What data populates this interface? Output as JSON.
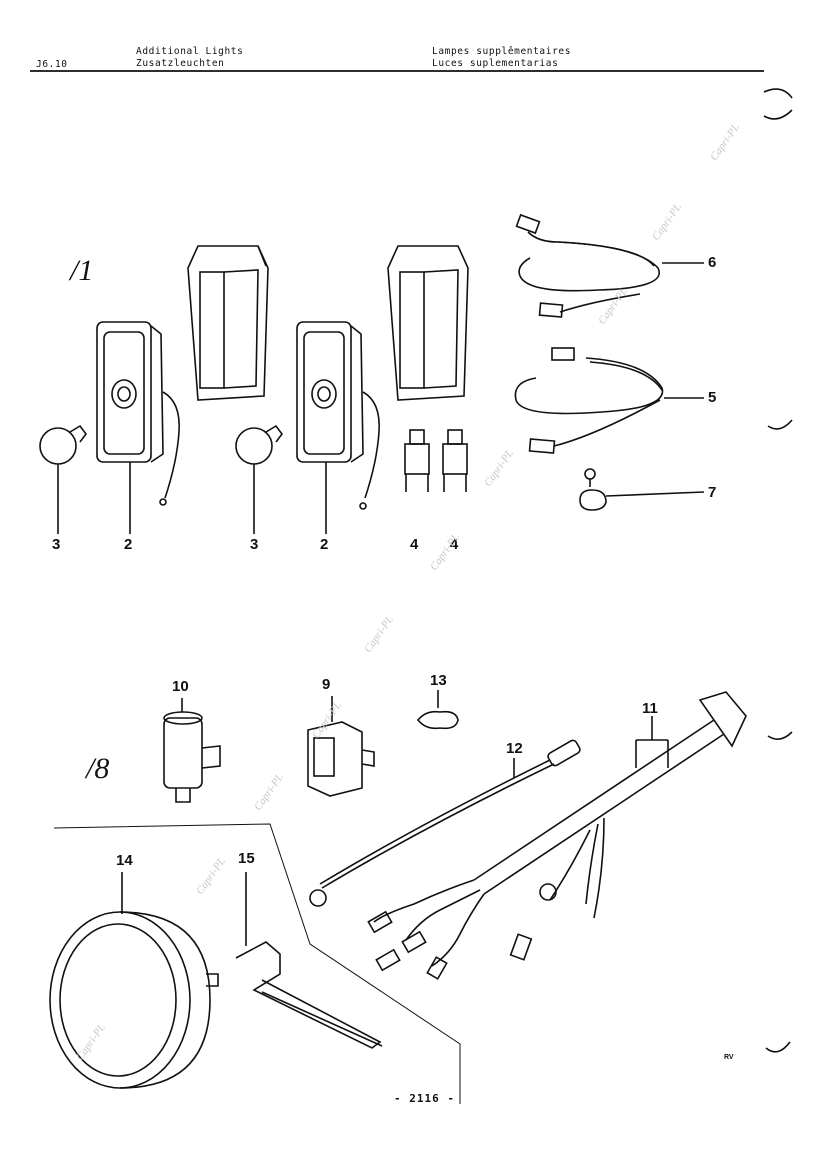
{
  "header": {
    "page_code": "J6.10",
    "title_en": "Additional Lights",
    "title_de": "Zusatzleuchten",
    "title_fr": "Lampes supplêmentaires",
    "title_es": "Luces suplementarias"
  },
  "figures": [
    "1",
    "8"
  ],
  "callouts": [
    "6",
    "5",
    "7",
    "3",
    "2",
    "3",
    "2",
    "4",
    "4",
    "10",
    "9",
    "13",
    "11",
    "12",
    "14",
    "15"
  ],
  "watermark": "Capri-PL",
  "footer": {
    "page_number": "- 2116 -",
    "initials": "RV"
  }
}
